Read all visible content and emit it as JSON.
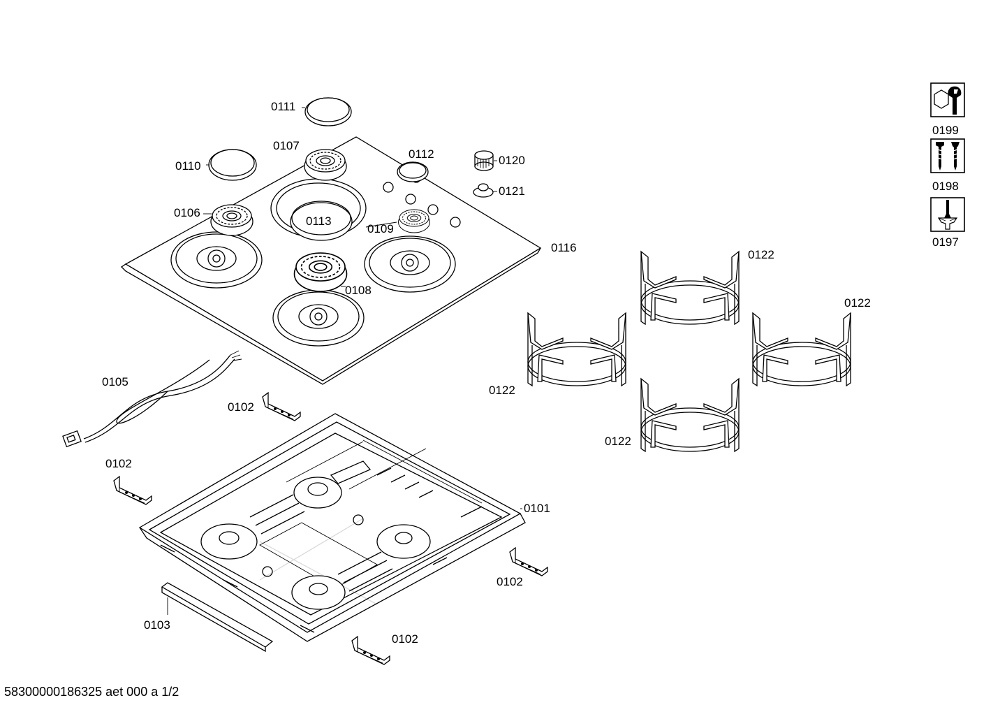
{
  "labels": {
    "p0111": "0111",
    "p0107": "0107",
    "p0112": "0112",
    "p0110": "0110",
    "p0120": "0120",
    "p0121": "0121",
    "p0106": "0106",
    "p0113": "0113",
    "p0109": "0109",
    "p0116": "0116",
    "p0108": "0108",
    "p0105": "0105",
    "p0102a": "0102",
    "p0102b": "0102",
    "p0102c": "0102",
    "p0102d": "0102",
    "p0101": "0101",
    "p0103": "0103",
    "p0122a": "0122",
    "p0122b": "0122",
    "p0122c": "0122",
    "p0122d": "0122",
    "p0199": "0199",
    "p0198": "0198",
    "p0197": "0197"
  },
  "footer": "58300000186325 aet 000 a 1/2"
}
